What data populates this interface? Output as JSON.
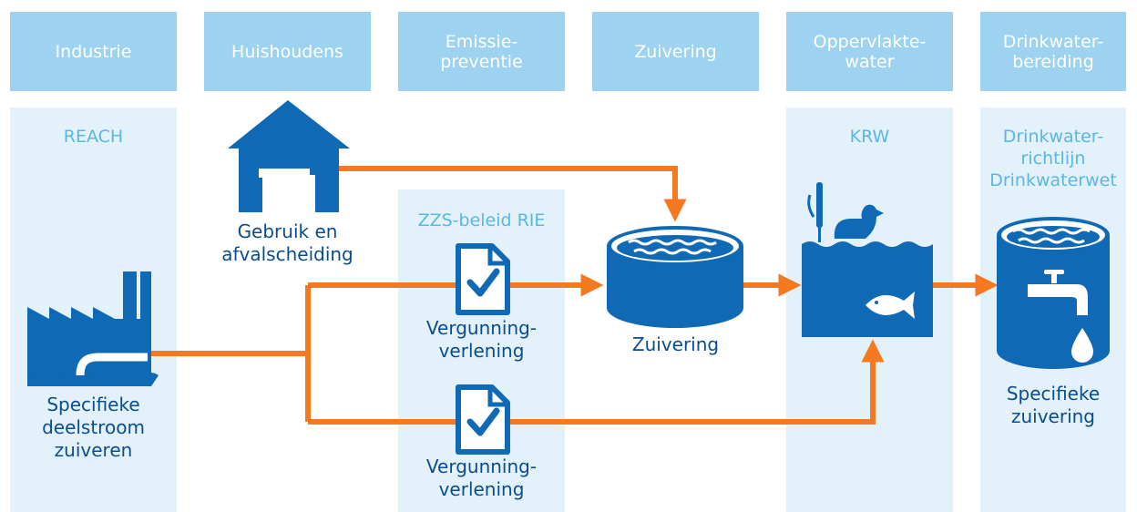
{
  "headers": [
    "Industrie",
    "Huishoudens",
    "Emissie-\npreventie",
    "Zuivering",
    "Oppervlakte-\nwater",
    "Drinkwater-\nbereiding"
  ],
  "bands": {
    "reach": "REACH",
    "zzs": "ZZS-beleid RIE",
    "krw": "KRW",
    "drinkwater": "Drinkwater-\nrichtlijn\nDrinkwaterwet"
  },
  "nodes": {
    "house": "Gebruik en\nafvalscheiding",
    "factory": "Specifieke\ndeelstroom\nzuiveren",
    "permit_top": "Vergunning-\nverlening",
    "permit_bottom": "Vergunning-\nverlening",
    "treatment": "Zuivering",
    "drinking": "Specifieke\nzuivering"
  },
  "colors": {
    "header_bg": "#9dd3f1",
    "band_bg": "#e3f1fb",
    "band_label": "#5ab7e5",
    "icon_blue": "#1069b4",
    "text_blue": "#0a4d8f",
    "arrow_orange": "#f47920"
  },
  "icons": [
    "house-icon",
    "factory-icon",
    "document-check-icon",
    "water-tank-icon",
    "surface-water-icon",
    "duck-icon",
    "fish-icon",
    "reed-icon",
    "tap-icon",
    "water-drop-icon"
  ]
}
